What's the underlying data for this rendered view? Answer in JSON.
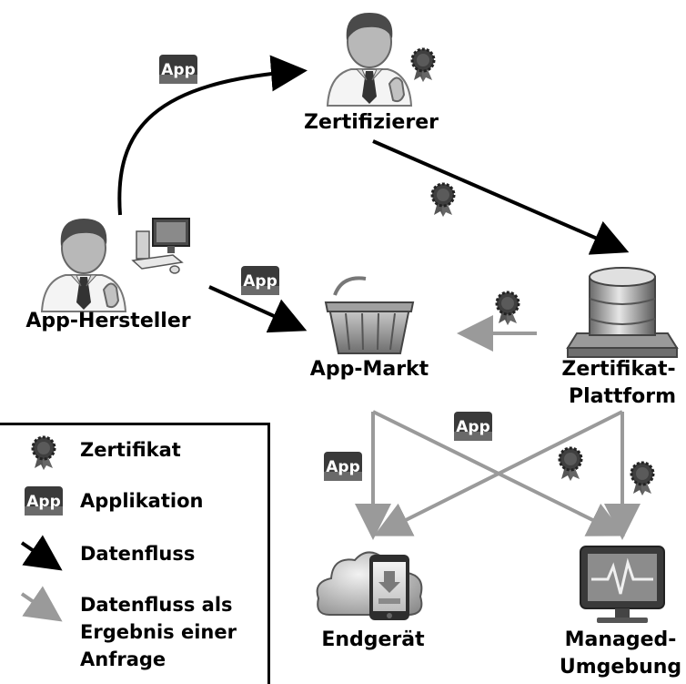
{
  "nodes": {
    "certifier": "Zertifizierer",
    "manufacturer": "App-Hersteller",
    "market": "App-Markt",
    "platform_line1": "Zertifikat-",
    "platform_line2": "Plattform",
    "device": "Endgerät",
    "managed_line1": "Managed-",
    "managed_line2": "Umgebung"
  },
  "badge": {
    "text": "App"
  },
  "legend": {
    "certificate": "Zertifikat",
    "application": "Applikation",
    "dataflow": "Datenfluss",
    "request_line1": "Datenfluss als",
    "request_line2": "Ergebnis einer",
    "request_line3": "Anfrage"
  },
  "colors": {
    "dark_arrow": "#000000",
    "gray_arrow": "#9a9a9a",
    "badge": "#3a3a3a",
    "certificate": "#444444"
  }
}
